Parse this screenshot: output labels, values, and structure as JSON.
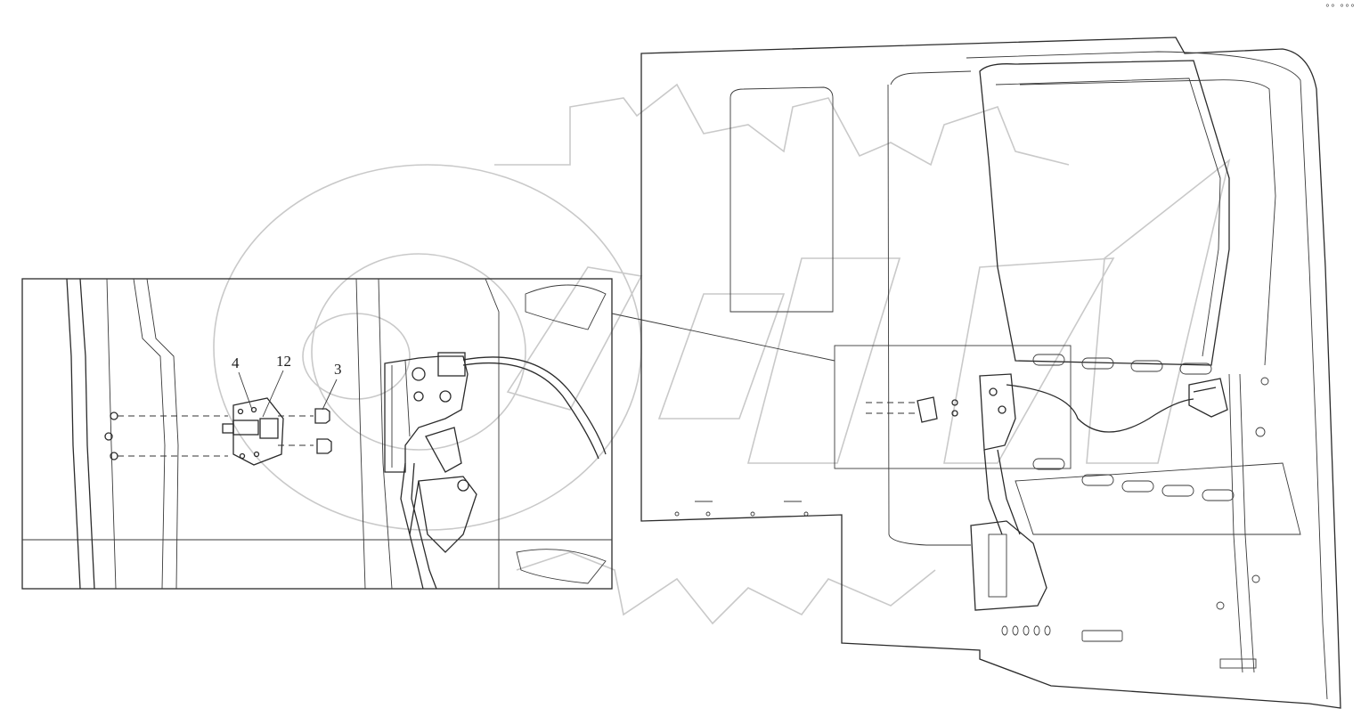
{
  "watermark": {
    "text": "OPEX"
  },
  "callouts": {
    "part_4": "4",
    "part_12": "12",
    "part_3": "3"
  },
  "corner_mark": "°° °°°"
}
